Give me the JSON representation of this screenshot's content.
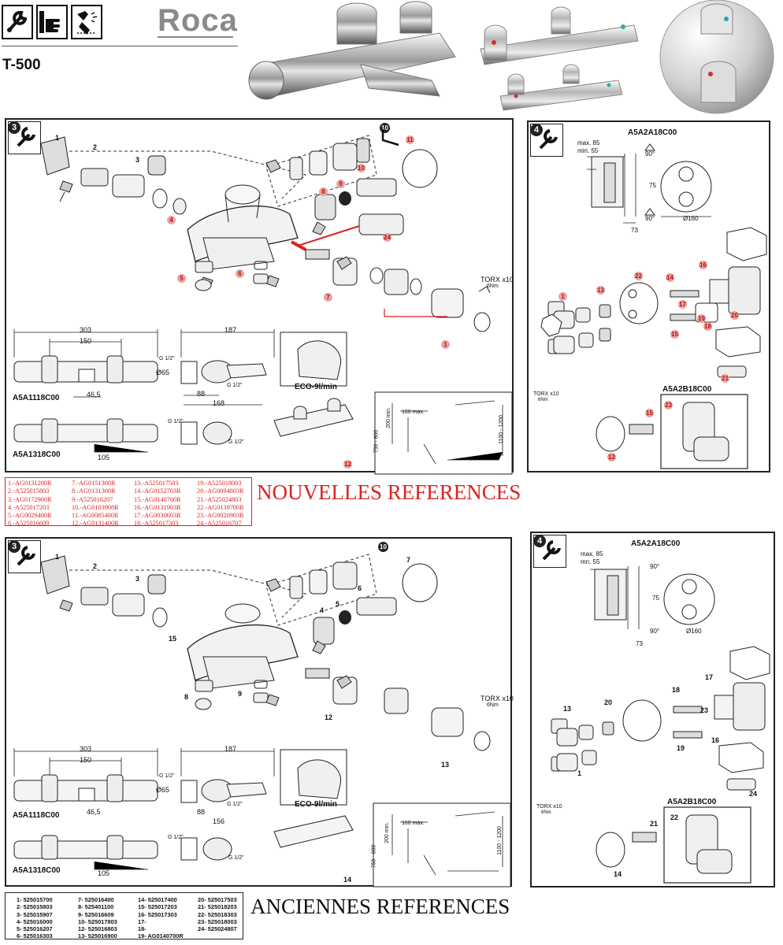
{
  "header": {
    "brand": "Roca",
    "model": "T-500",
    "icons": [
      "wrench-icon",
      "hand-pointing-icon",
      "spray-clean-icon"
    ]
  },
  "section_new": {
    "title": "NOUVELLES REFERENCES",
    "references": [
      [
        "1.-AG0131200R",
        "2.-A525015803",
        "3.-AG0172900R",
        "4.-A525017203",
        "5.-AG0029400R",
        "6.-A525016609"
      ],
      [
        "7.-AG0151300R",
        "8.-AG0131300R",
        "9.-A525016207",
        "10.-AG0103908R",
        "11.-AG0085400R",
        "12.-AG0131400R"
      ],
      [
        "13.-A525017503",
        "14.-AG0152703R",
        "15.-AG0140700R",
        "16.-AG0131903R",
        "17.-AG0030603R",
        "18.-A525017303"
      ],
      [
        "19.-A525018003",
        "20.-AG0094803R",
        "21.-A525024803",
        "22.-AG0139700R",
        "23.-AG0020903R",
        "24.-A525016707"
      ]
    ]
  },
  "section_old": {
    "title": "ANCIENNES REFERENCES",
    "references": [
      [
        "1- 525015700",
        "2- 525015803",
        "3- 525015907",
        "4- 525016000",
        "5- 525016207",
        "6- 525016303"
      ],
      [
        "7- 525016400",
        "8- 525401100",
        "9- 525016609",
        "10- 525017803",
        "12- 525016803",
        "13- 525016900"
      ],
      [
        "14- 525017400",
        "15- 525017203",
        "16- 525017303",
        "17-",
        "18-",
        "19- AG0140700R"
      ],
      [
        "20- 525017503",
        "21- 525018203",
        "22- 525018303",
        "23- 525018003",
        "24- 525024807"
      ]
    ]
  },
  "diagram_left": {
    "step": "3",
    "tool_step": "10",
    "dims": {
      "w303": "303",
      "w150": "150",
      "w46": "46,5",
      "w105": "105",
      "w187": "187",
      "w88": "88",
      "w168": "168",
      "w156": "156",
      "d65": "Ø65",
      "g12": "G 1/2\"",
      "h200": "200 min.",
      "h160": "160 max.",
      "h750": "750 - 800",
      "h1100": "1100 - 1200",
      "torx": "TORX",
      "torx_size": "x10",
      "torx_unit": "6Nm"
    },
    "models": [
      "A5A1118C00",
      "A5A1318C00"
    ],
    "eco": "ECO-9l/min",
    "callouts_new": [
      "1",
      "2",
      "3",
      "4",
      "5",
      "6",
      "7",
      "8",
      "9",
      "10",
      "11",
      "12",
      "24"
    ],
    "callouts_old": [
      "1",
      "2",
      "3",
      "4",
      "5",
      "6",
      "7",
      "8",
      "9",
      "12",
      "13",
      "14",
      "15"
    ]
  },
  "diagram_right": {
    "step": "4",
    "models": [
      "A5A2A18C00",
      "A5A2B18C00"
    ],
    "dims": {
      "max85": "max. 85",
      "min55": "min. 55",
      "mn55": "mn. 55",
      "d75": "75",
      "d73": "73",
      "d160": "Ø160",
      "d160b": "Ø160",
      "a90": "90°"
    },
    "callouts_new": [
      "1",
      "12",
      "13",
      "14",
      "15",
      "16",
      "17",
      "18",
      "19",
      "20",
      "21",
      "22",
      "23"
    ],
    "callouts_old": [
      "1",
      "13",
      "14",
      "16",
      "17",
      "18",
      "19",
      "20",
      "21",
      "22",
      "23",
      "24"
    ]
  }
}
